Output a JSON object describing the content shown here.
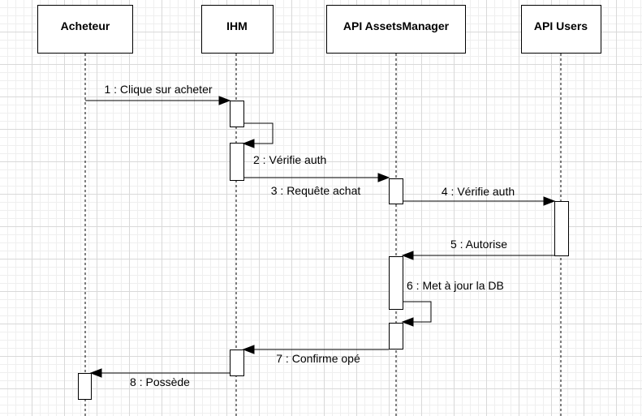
{
  "participants": [
    {
      "name": "Acheteur"
    },
    {
      "name": "IHM"
    },
    {
      "name": "API AssetsManager"
    },
    {
      "name": "API Users"
    }
  ],
  "messages": [
    {
      "label": "1 : Clique sur acheter",
      "from": "Acheteur",
      "to": "IHM"
    },
    {
      "label": "2 : Vérifie auth",
      "from": "IHM",
      "to": "IHM"
    },
    {
      "label": "3 : Requête achat",
      "from": "IHM",
      "to": "API AssetsManager"
    },
    {
      "label": "4 : Vérifie auth",
      "from": "API AssetsManager",
      "to": "API Users"
    },
    {
      "label": "5 : Autorise",
      "from": "API Users",
      "to": "API AssetsManager"
    },
    {
      "label": "6 : Met à jour la DB",
      "from": "API AssetsManager",
      "to": "API AssetsManager"
    },
    {
      "label": "7 : Confirme opé",
      "from": "API AssetsManager",
      "to": "IHM"
    },
    {
      "label": "8 : Possède",
      "from": "IHM",
      "to": "Acheteur"
    }
  ]
}
